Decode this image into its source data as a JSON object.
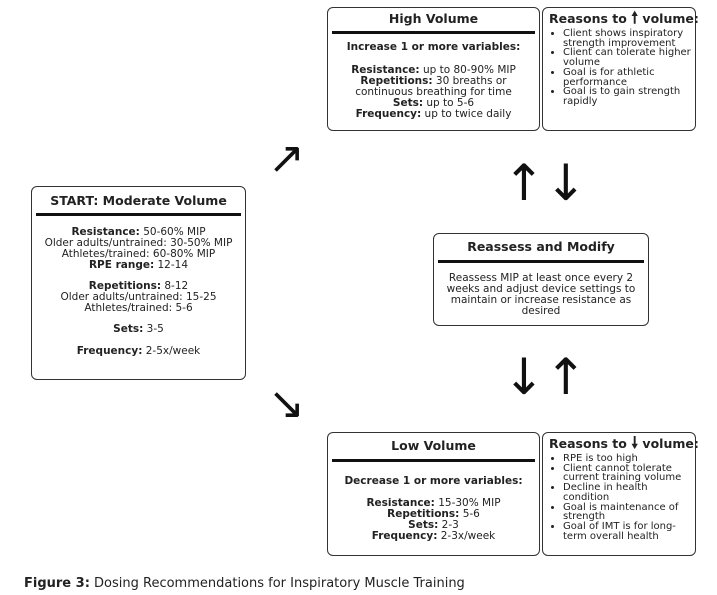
{
  "start": {
    "title": "START: Moderate Volume",
    "resistance_label": "Resistance:",
    "resistance_value": " 50-60% MIP",
    "resistance_older": "Older adults/untrained: 30-50% MIP",
    "resistance_athletes": "Athletes/trained: 60-80% MIP",
    "rpe_label": "RPE range:",
    "rpe_value": " 12-14",
    "reps_label": "Repetitions:",
    "reps_value": " 8-12",
    "reps_older": "Older adults/untrained: 15-25",
    "reps_athletes": "Athletes/trained: 5-6",
    "sets_label": "Sets:",
    "sets_value": " 3-5",
    "freq_label": "Frequency:",
    "freq_value": " 2-5x/week"
  },
  "high": {
    "title": "High Volume",
    "subtitle": "Increase 1 or more variables:",
    "resistance_label": "Resistance:",
    "resistance_value": " up to 80-90% MIP",
    "reps_label": "Repetitions:",
    "reps_value": "  30 breaths or",
    "reps_line2": "continuous breathing for time",
    "sets_label": "Sets:",
    "sets_value": " up to 5-6",
    "freq_label": "Frequency:",
    "freq_value": " up to twice daily"
  },
  "reasons_up": {
    "title_prefix": "Reasons to",
    "arrow": "🠕",
    "title_suffix": "volume:",
    "items": [
      "Client shows inspiratory strength improvement",
      "Client can tolerate higher volume",
      "Goal is for athletic performance",
      "Goal is to gain strength rapidly"
    ]
  },
  "reassess": {
    "title": "Reassess and Modify",
    "body": "Reassess MIP at least once every 2 weeks and adjust device settings to maintain or increase resistance as desired"
  },
  "low": {
    "title": "Low Volume",
    "subtitle": "Decrease 1 or more variables:",
    "resistance_label": "Resistance:",
    "resistance_value": " 15-30% MIP",
    "reps_label": "Repetitions:",
    "reps_value": "  5-6",
    "sets_label": "Sets:",
    "sets_value": " 2-3",
    "freq_label": "Frequency:",
    "freq_value": " 2-3x/week"
  },
  "reasons_down": {
    "title_prefix": "Reasons to",
    "arrow": "🠗",
    "title_suffix": "volume:",
    "items": [
      "RPE is too high",
      "Client cannot tolerate current training volume",
      "Decline in health condition",
      "Goal is maintenance of strength",
      "Goal of IMT is for long-term overall health"
    ]
  },
  "arrows": {
    "up_right": "↗",
    "down_right": "↘",
    "upper_pair": "↑↓",
    "lower_pair": "↓↑"
  },
  "caption": {
    "label": "Figure 3:",
    "text": " Dosing Recommendations for Inspiratory Muscle Training"
  }
}
